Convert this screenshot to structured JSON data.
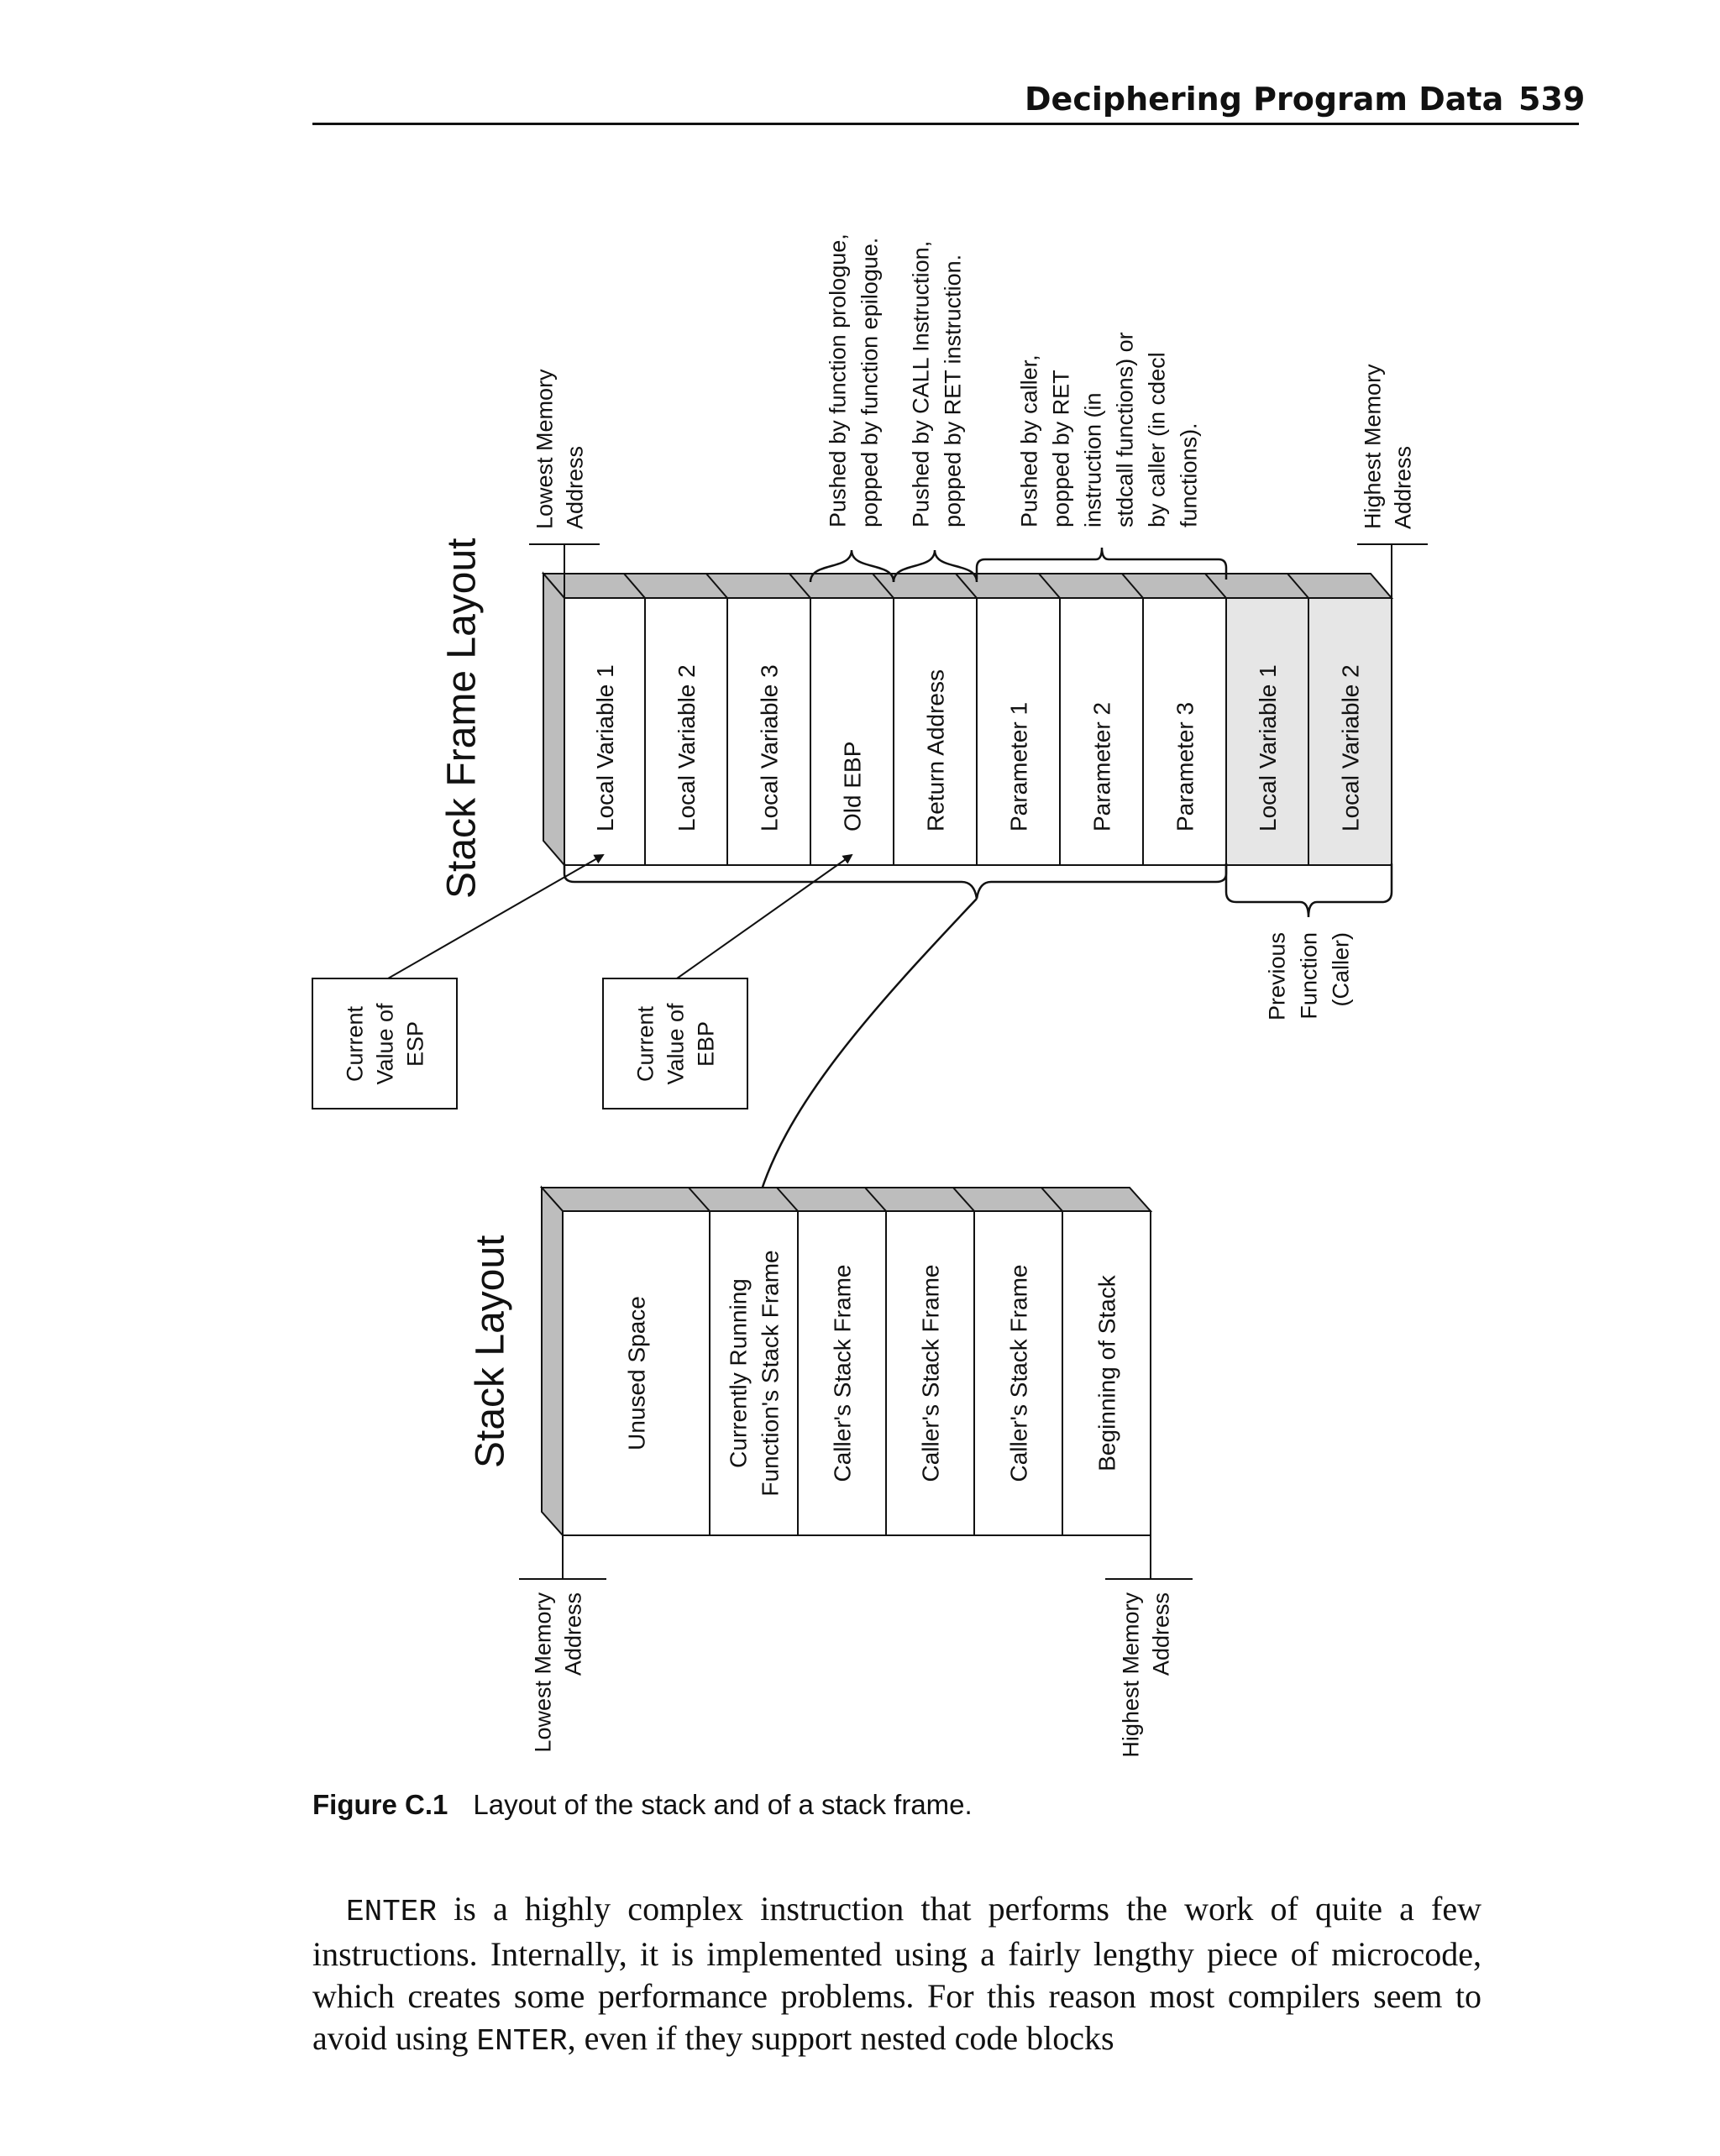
{
  "header": {
    "title": "Deciphering Program Data",
    "page_number": "539"
  },
  "diagram": {
    "stack_frame_title": "Stack Frame Layout",
    "stack_title": "Stack Layout",
    "frame_cells": [
      "Local Variable 1",
      "Local Variable 2",
      "Local Variable 3",
      "Old EBP",
      "Return Address",
      "Parameter 1",
      "Parameter 2",
      "Parameter 3",
      "Local Variable 1",
      "Local Variable 2"
    ],
    "frame_lowest": [
      "Lowest Memory",
      "Address"
    ],
    "frame_highest": [
      "Highest Memory",
      "Address"
    ],
    "note_prologue": [
      "Pushed by function prologue,",
      "popped by function epilogue."
    ],
    "note_call": [
      "Pushed by CALL Instruction,",
      "popped by RET instruction."
    ],
    "note_params": [
      "Pushed by caller,",
      "popped by RET",
      "instruction (in",
      "stdcall functions) or",
      "by caller (in cdecl",
      "functions)."
    ],
    "previous_function": [
      "Previous",
      "Function",
      "(Caller)"
    ],
    "esp_box": [
      "Current",
      "Value of",
      "ESP"
    ],
    "ebp_box": [
      "Current",
      "Value of",
      "EBP"
    ],
    "stack_cells": [
      [
        "Unused Space"
      ],
      [
        "Currently Running",
        "Function's Stack Frame"
      ],
      [
        "Caller's Stack Frame"
      ],
      [
        "Caller's Stack Frame"
      ],
      [
        "Caller's Stack Frame"
      ],
      [
        "Beginning of Stack"
      ]
    ],
    "stack_lowest": [
      "Lowest Memory",
      "Address"
    ],
    "stack_highest": [
      "Highest Memory",
      "Address"
    ]
  },
  "caption": {
    "label": "Figure C.1",
    "text": "Layout of the stack and of a stack frame."
  },
  "body": {
    "code1": "ENTER",
    "text1": " is a highly complex instruction that performs the work of quite a few instructions. Internally, it is implemented using a fairly lengthy piece of microcode, which creates some performance problems. For this reason most compilers seem to avoid using ",
    "code2": "ENTER",
    "text2": ", even if they support nested code blocks"
  },
  "colors": {
    "shaded_cell": "#e6e6e6",
    "depth_face": "#bdbdbd",
    "ink": "#111111"
  }
}
